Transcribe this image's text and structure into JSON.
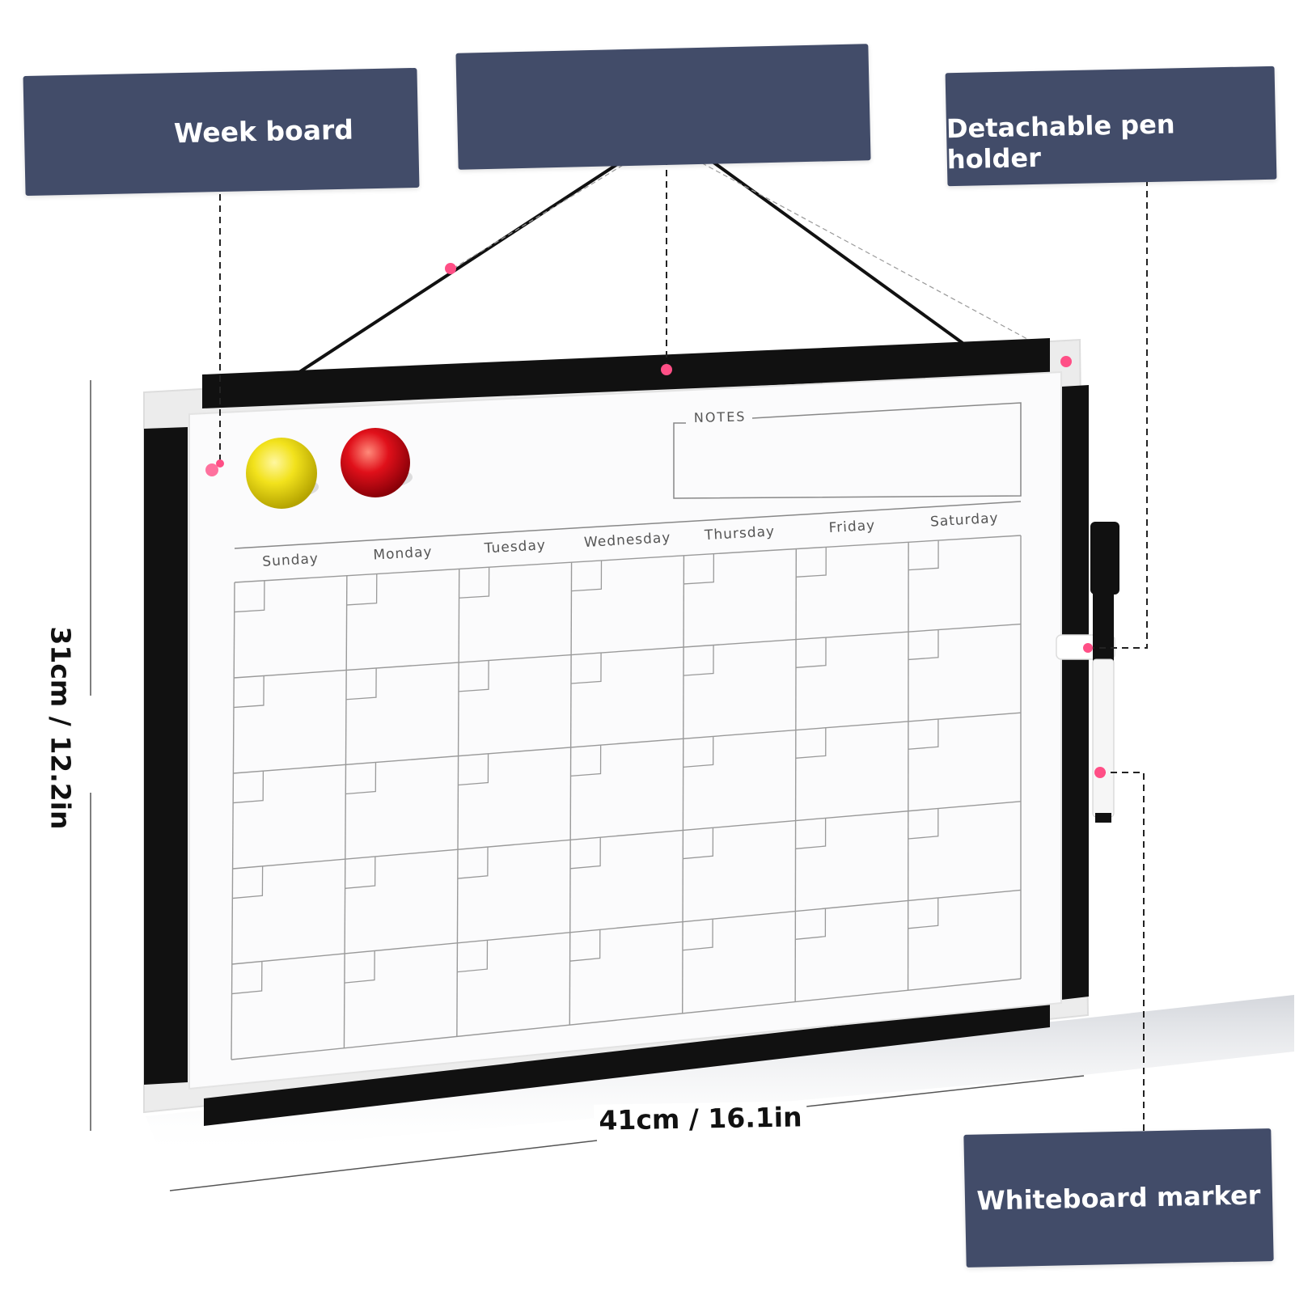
{
  "callouts": {
    "week_board": "Week board",
    "top_label": "",
    "pen_holder": "Detachable pen holder",
    "marker": "Whiteboard marker"
  },
  "dimensions": {
    "height": "31cm / 12.2in",
    "width": "41cm / 16.1in"
  },
  "board": {
    "notes_label": "NOTES",
    "days": [
      "Sunday",
      "Monday",
      "Tuesday",
      "Wednesday",
      "Thursday",
      "Friday",
      "Saturday"
    ],
    "weeks": 5
  },
  "colors": {
    "callout_bg": "#424c69",
    "magnet_yellow": "#f2e21c",
    "magnet_red": "#e0101a",
    "marker_dot": "#ff4f86",
    "frame": "#111111"
  }
}
